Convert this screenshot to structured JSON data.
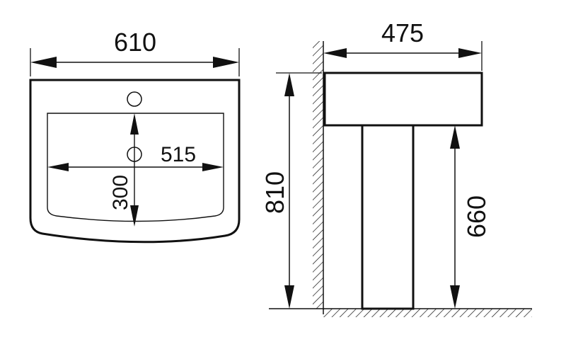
{
  "colors": {
    "stroke": "#111111",
    "background": "#ffffff"
  },
  "basin_top_view": {
    "overall_width": "610",
    "bowl_width": "515",
    "bowl_depth": "300"
  },
  "side_view": {
    "basin_depth": "475",
    "total_height": "810",
    "pedestal_height": "660"
  }
}
